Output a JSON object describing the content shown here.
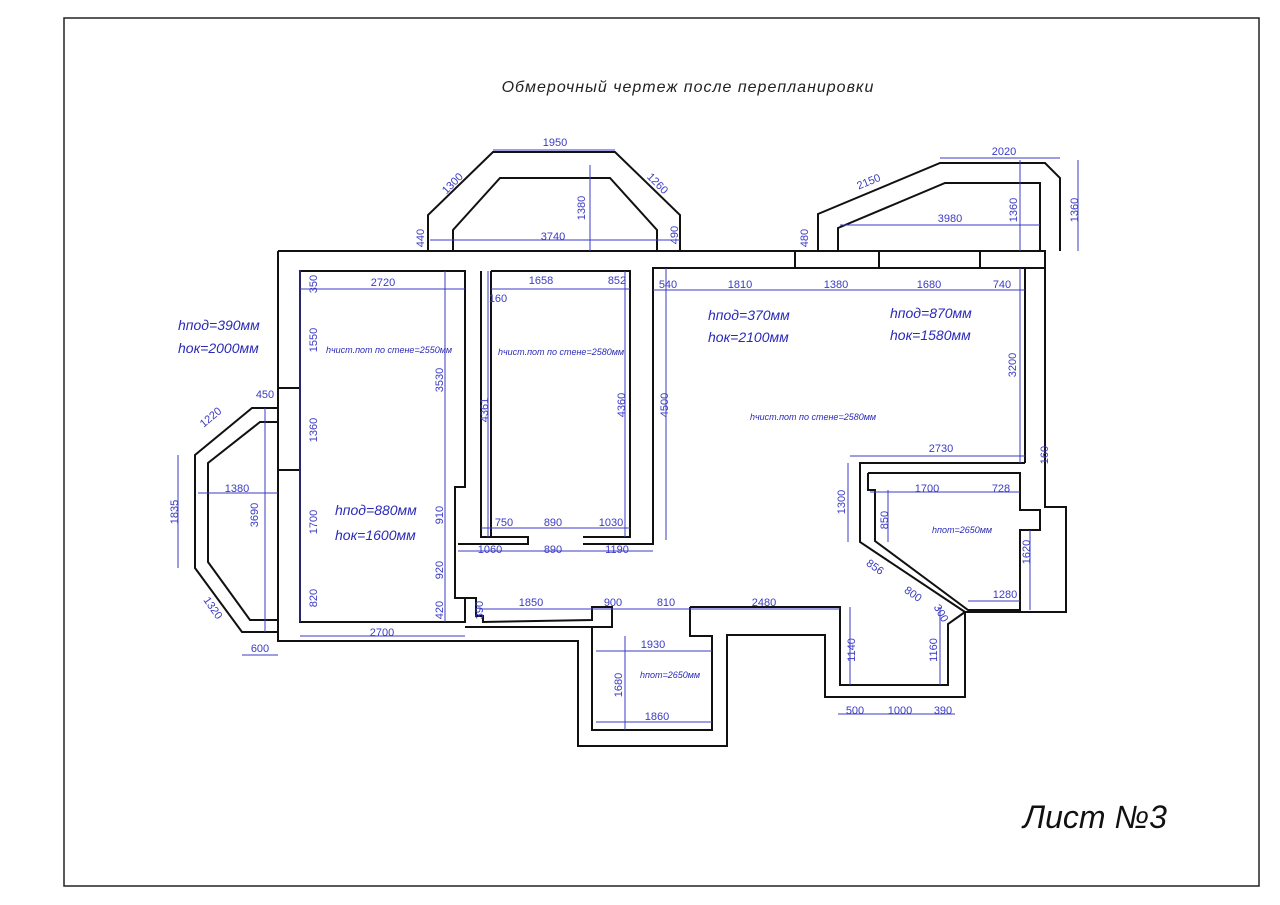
{
  "drawing": {
    "title": "Обмерочный чертеж после перепланировки",
    "sheet_label": "Лист №3",
    "colors": {
      "walls": "#111111",
      "dimensions": "#3b3bc4",
      "annotations": "#2a2ab8"
    }
  },
  "annotations": [
    "hпод=390мм",
    "hок=2000мм",
    "hпод=880мм",
    "hок=1600мм",
    "hпод=370мм",
    "hок=2100мм",
    "hпод=870мм",
    "hок=1580мм",
    "hчист.пот по стене=2550мм",
    "hчист.пот по стене=2580мм",
    "hчист.пот по стене=2580мм",
    "hпот=2650мм",
    "hпот=2650мм"
  ],
  "dimensions": [
    "1950",
    "3740",
    "2720",
    "1658",
    "852",
    "160",
    "540",
    "1810",
    "1380",
    "1680",
    "740",
    "2020",
    "3980",
    "2730",
    "1700",
    "728",
    "450",
    "1380",
    "750",
    "890",
    "1030",
    "1060",
    "890",
    "1190",
    "1850",
    "900",
    "810",
    "2480",
    "1930",
    "1280",
    "2700",
    "600",
    "1860",
    "500",
    "1000",
    "390",
    "350",
    "1550",
    "1360",
    "1700",
    "820",
    "3530",
    "910",
    "920",
    "420",
    "4361",
    "4360",
    "4500",
    "1380",
    "3200",
    "1360",
    "1360",
    "1835",
    "3690",
    "1300",
    "850",
    "1620",
    "1140",
    "1160",
    "1680",
    "390",
    "440",
    "490",
    "480",
    "160",
    "1300",
    "1260",
    "2150",
    "1220",
    "1320",
    "856",
    "800",
    "300"
  ]
}
